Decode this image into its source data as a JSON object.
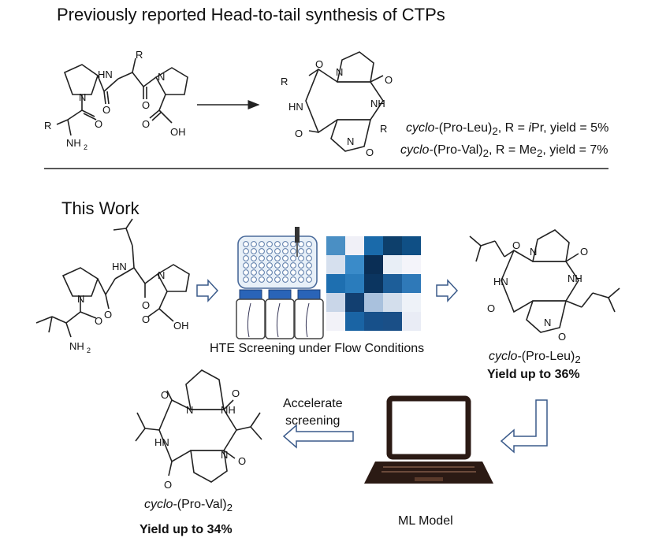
{
  "header": {
    "title": "Previously reported Head-to-tail synthesis of CTPs"
  },
  "previous": {
    "results": [
      {
        "compound": "cyclo",
        "rest": "-(Pro-Leu)",
        "sub": "2",
        "detail_a": ", R = ",
        "detail_i": "i",
        "detail_b": "Pr, yield = 5%"
      },
      {
        "compound": "cyclo",
        "rest": "-(Pro-Val)",
        "sub": "2",
        "detail_a": ", R = Me",
        "detail_sub": "2",
        "detail_b": ", yield = 7%"
      }
    ],
    "atoms": {
      "R": "R",
      "HN": "HN",
      "NH": "NH",
      "N": "N",
      "O": "O",
      "OH": "OH",
      "NH2": "NH",
      "two": "2"
    }
  },
  "this_work": {
    "title": "This Work",
    "hte_caption": "HTE Screening under Flow Conditions",
    "leu_product": {
      "italic": "cyclo",
      "rest": "-(Pro-Leu)",
      "sub": "2",
      "yield": "Yield up to 36%"
    },
    "val_product": {
      "italic": "cyclo",
      "rest": "-(Pro-Val)",
      "sub": "2",
      "yield": "Yield up to 34%"
    },
    "ml_label": "ML Model",
    "accelerate_line1": "Accelerate",
    "accelerate_line2": "screening",
    "heatmap_colors": [
      [
        "#4a8fc4",
        "#f0f0f7",
        "#1a6aaa",
        "#0d3f6b",
        "#0f4f85"
      ],
      [
        "#d6e0ee",
        "#3a8bc9",
        "#0a2e55",
        "#e8eef6",
        "#f4f4fa"
      ],
      [
        "#1e6fb0",
        "#2a7cbc",
        "#0b3560",
        "#1d5e99",
        "#2f79b8"
      ],
      [
        "#c9d6e8",
        "#123f70",
        "#a9c1dd",
        "#d3deec",
        "#eef2f8"
      ],
      [
        "#f2f2f8",
        "#1a64a4",
        "#17508a",
        "#1a4f87",
        "#e9ecf5"
      ]
    ]
  }
}
